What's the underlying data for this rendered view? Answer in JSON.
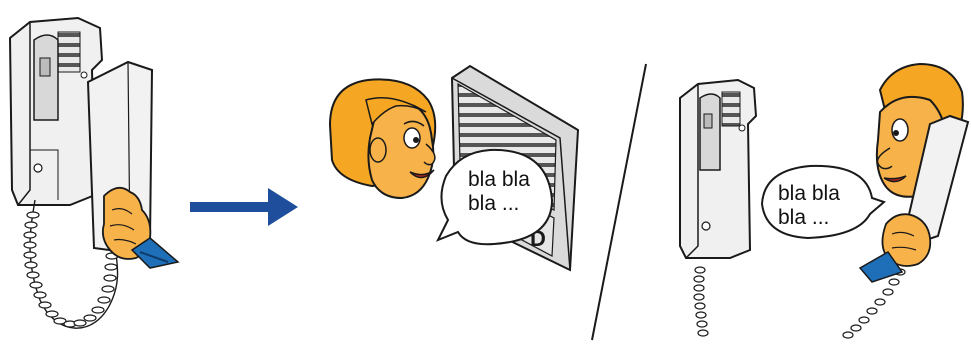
{
  "speech_bubbles": [
    {
      "line1": "bla bla",
      "line2": "bla ..."
    },
    {
      "line1": "bla bla",
      "line2": "bla ..."
    }
  ],
  "colors": {
    "arrow": "#1f4e9c",
    "hair": "#f5a623",
    "skin": "#f7b24a",
    "sleeve": "#1e6fb8",
    "device": "#eeeeee",
    "outline": "#1a1a1a"
  }
}
